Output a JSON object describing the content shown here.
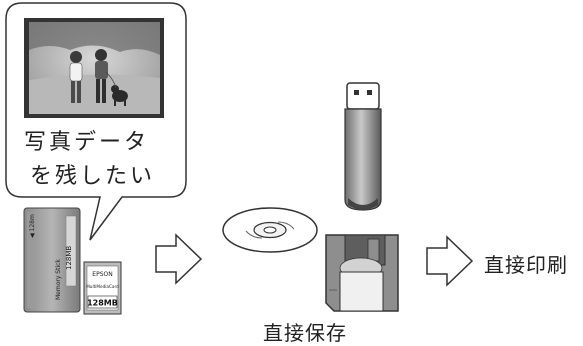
{
  "bubble": {
    "line1": "写真データ",
    "line2": "を残したい"
  },
  "cards": {
    "memory_stick": {
      "brand": "Memory Stick",
      "capacity": "128MB",
      "side_mark": "◀ 128m"
    },
    "mmc": {
      "brand": "EPSON",
      "type": "MultiMediaCard",
      "capacity": "128MB"
    }
  },
  "labels": {
    "direct_save": "直接保存",
    "direct_print": "直接印刷"
  },
  "icons": [
    "photo-thumbnail",
    "memory-stick-icon",
    "multimediacard-icon",
    "arrow-icon",
    "cd-icon",
    "usb-drive-icon",
    "floppy-disk-icon"
  ]
}
